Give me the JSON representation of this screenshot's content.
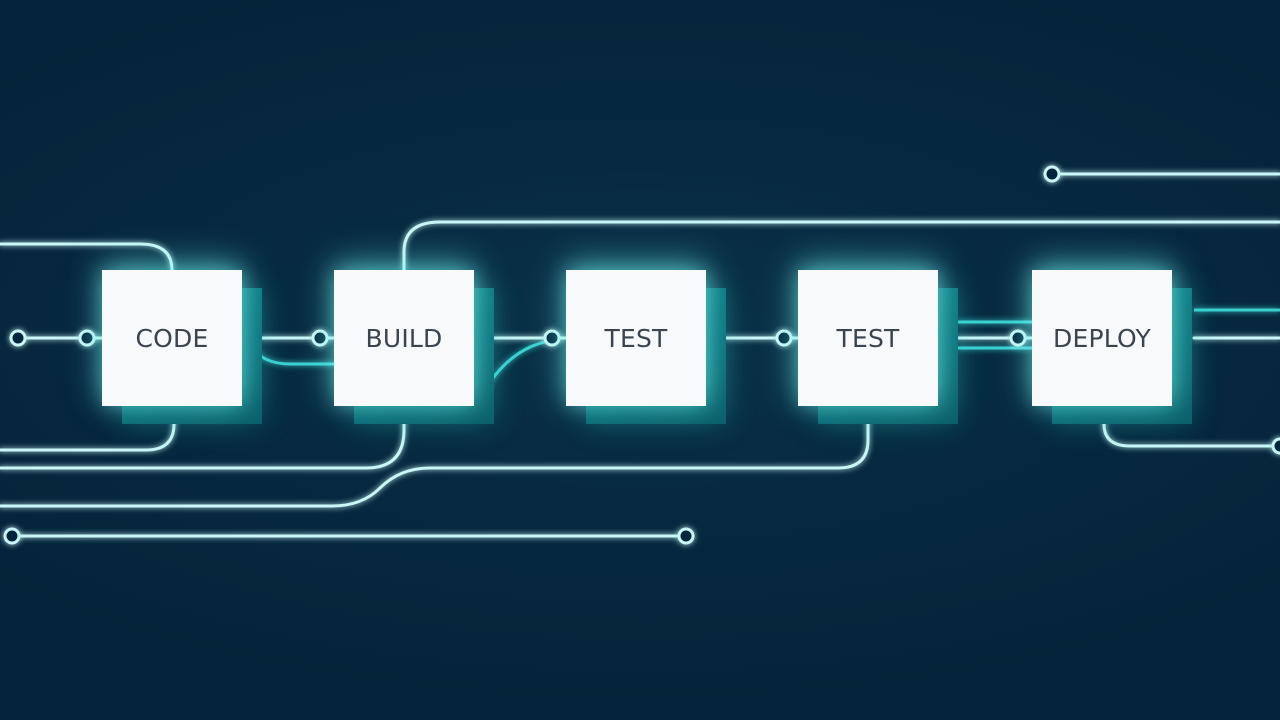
{
  "diagram": {
    "stages": [
      {
        "label": "CODE"
      },
      {
        "label": "BUILD"
      },
      {
        "label": "TEST"
      },
      {
        "label": "TEST"
      },
      {
        "label": "DEPLOY"
      }
    ],
    "colors": {
      "background": "#06263b",
      "wire": "#c9f6f6",
      "wire_glow": "#3fe3e0",
      "node_fill": "#f7f9fb",
      "node_shadow": "#0d7f86",
      "label_text": "#3a4550"
    }
  }
}
